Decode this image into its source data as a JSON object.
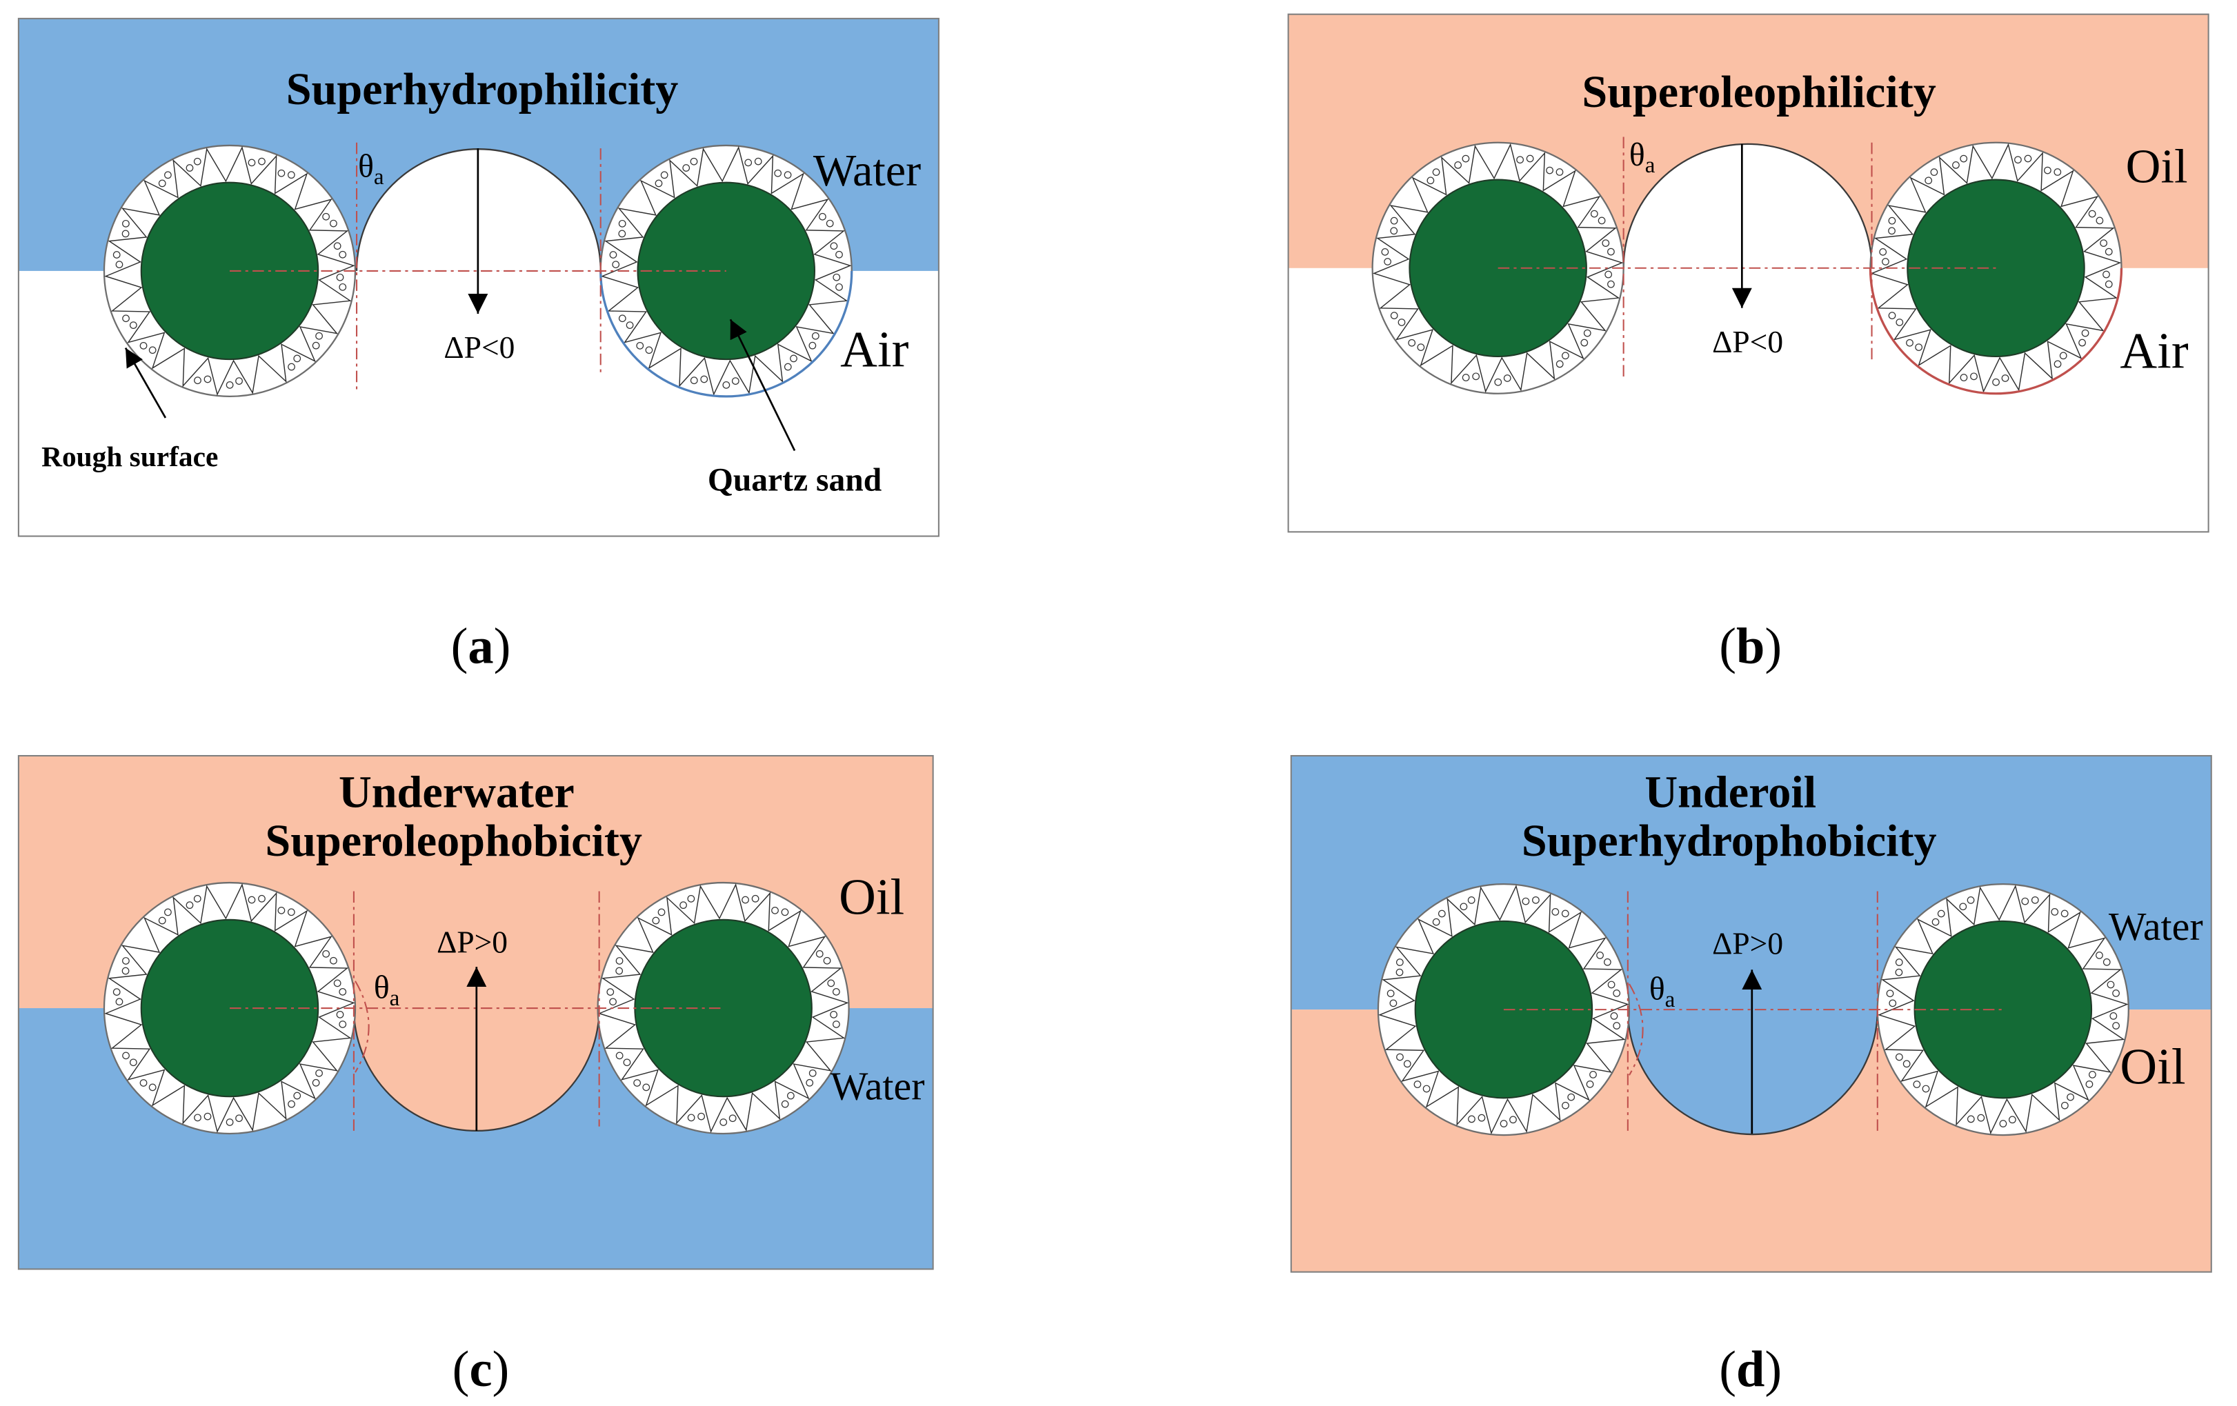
{
  "colors": {
    "water": "#7BAFDF",
    "oil": "#FAC1A6",
    "air": "#FFFFFF",
    "quartz_sand": "#146B36",
    "guide_line": "#C0504D",
    "water_film": "#4F81BD",
    "oil_film": "#C0504D"
  },
  "caption_parens": {
    "open": "(",
    "close": ")"
  },
  "annotations": {
    "rough_surface": "Rough surface",
    "quartz_sand": "Quartz sand"
  },
  "panels": {
    "a": {
      "letter": "a",
      "title": "Superhydrophilicity",
      "upper_phase": "Water",
      "lower_phase": "Air",
      "pressure": "ΔP<0",
      "angle_symbol": "θ",
      "angle_subscript": "a"
    },
    "b": {
      "letter": "b",
      "title": "Superoleophilicity",
      "upper_phase": "Oil",
      "lower_phase": "Air",
      "pressure": "ΔP<0",
      "angle_symbol": "θ",
      "angle_subscript": "a"
    },
    "c": {
      "letter": "c",
      "title_line1": "Underwater",
      "title_line2": "Superoleophobicity",
      "upper_phase": "Oil",
      "lower_phase": "Water",
      "pressure": "ΔP>0",
      "angle_symbol": "θ",
      "angle_subscript": "a"
    },
    "d": {
      "letter": "d",
      "title_line1": "Underoil",
      "title_line2": "Superhydrophobicity",
      "upper_phase": "Water",
      "lower_phase": "Oil",
      "pressure": "ΔP>0",
      "angle_symbol": "θ",
      "angle_subscript": "a"
    }
  }
}
